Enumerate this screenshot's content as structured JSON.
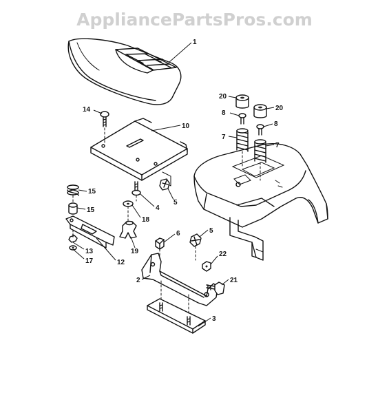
{
  "watermark": "AppliancePartsPros.com",
  "callouts": {
    "c1": "1",
    "c2": "2",
    "c3": "3",
    "c4": "4",
    "c5a": "5",
    "c5b": "5",
    "c6": "6",
    "c7a": "7",
    "c7b": "7",
    "c8a": "8",
    "c8b": "8",
    "c10": "10",
    "c12": "12",
    "c13": "13",
    "c14": "14",
    "c15a": "15",
    "c15b": "15",
    "c17": "17",
    "c18": "18",
    "c19": "19",
    "c20a": "20",
    "c20b": "20",
    "c21": "21",
    "c22": "22"
  }
}
